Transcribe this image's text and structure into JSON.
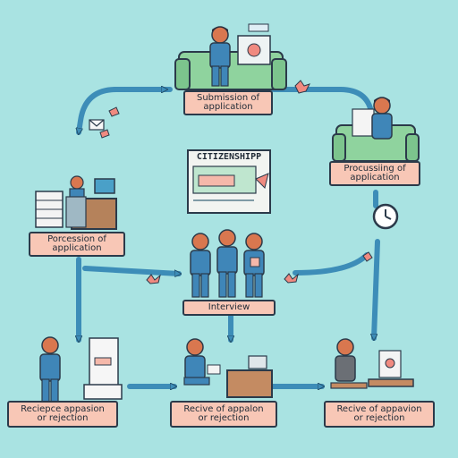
{
  "steps": {
    "submission": {
      "line1": "Submission of",
      "line2": "application"
    },
    "processing": {
      "line1": "Procussiing of",
      "line2": "application"
    },
    "porcession": {
      "line1": "Porcession of",
      "line2": "application"
    },
    "interview": {
      "line1": "Interview"
    },
    "reciepce": {
      "line1": "Reciepce appasion",
      "line2": "or rejection"
    },
    "recive_center": {
      "line1": "Recive of appalon",
      "line2": "or rejection"
    },
    "recive_right": {
      "line1": "Recive of appavion",
      "line2": "or rejection"
    }
  },
  "document": {
    "header": "CITIZENSHIPP"
  },
  "colors": {
    "background": "#a9e3e2",
    "arrow": "#3d8db8",
    "label_fill": "#f8c7b6",
    "sofa": "#8fd39e",
    "skin": "#d9774f",
    "suit": "#3f86b8"
  }
}
